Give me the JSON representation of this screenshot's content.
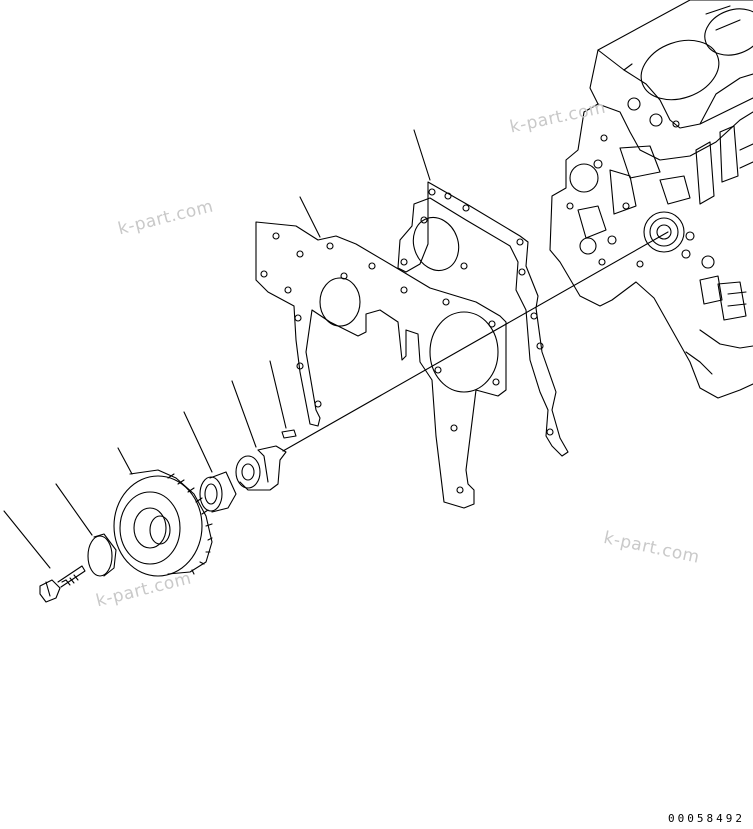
{
  "watermark": {
    "text": "k-part.com",
    "color": "#c9c9c9"
  },
  "drawing_code": "00058492",
  "parts": [
    {
      "name": "bolt"
    },
    {
      "name": "washer"
    },
    {
      "name": "idler-gear"
    },
    {
      "name": "bushing"
    },
    {
      "name": "idler-shaft"
    },
    {
      "name": "pin"
    },
    {
      "name": "front-plate"
    },
    {
      "name": "gasket"
    },
    {
      "name": "cylinder-block"
    }
  ]
}
